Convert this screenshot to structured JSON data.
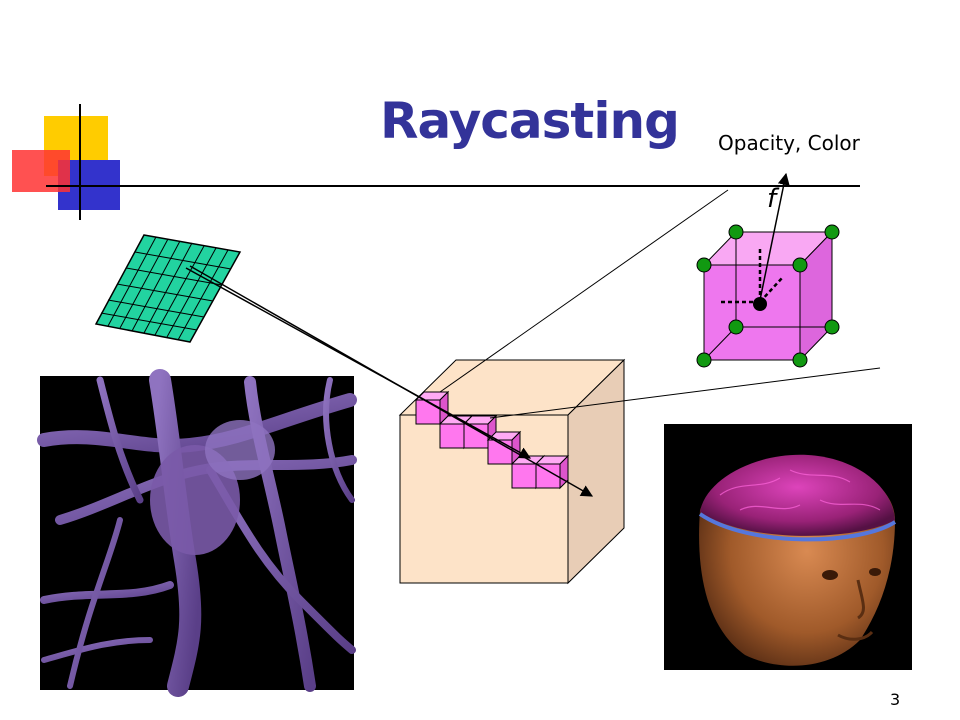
{
  "slide": {
    "title": "Raycasting",
    "page_number": "3"
  },
  "labels": {
    "opacity_color": "Opacity, Color",
    "transfer_function": "f"
  },
  "images": {
    "left": "neuron-volume-rendering-image",
    "right": "head-brain-volume-rendering-image"
  },
  "colors": {
    "title": "#333399",
    "image_plane": "#22d3a0",
    "volume_cube": "#fde3c8",
    "voxel_cells": "#ff77ee",
    "voxel_cube": "#ee77ee",
    "sample_points": "#119911",
    "neuron": "#7a5aa8",
    "brain": "#aa2288",
    "skin": "#b06a3a"
  }
}
